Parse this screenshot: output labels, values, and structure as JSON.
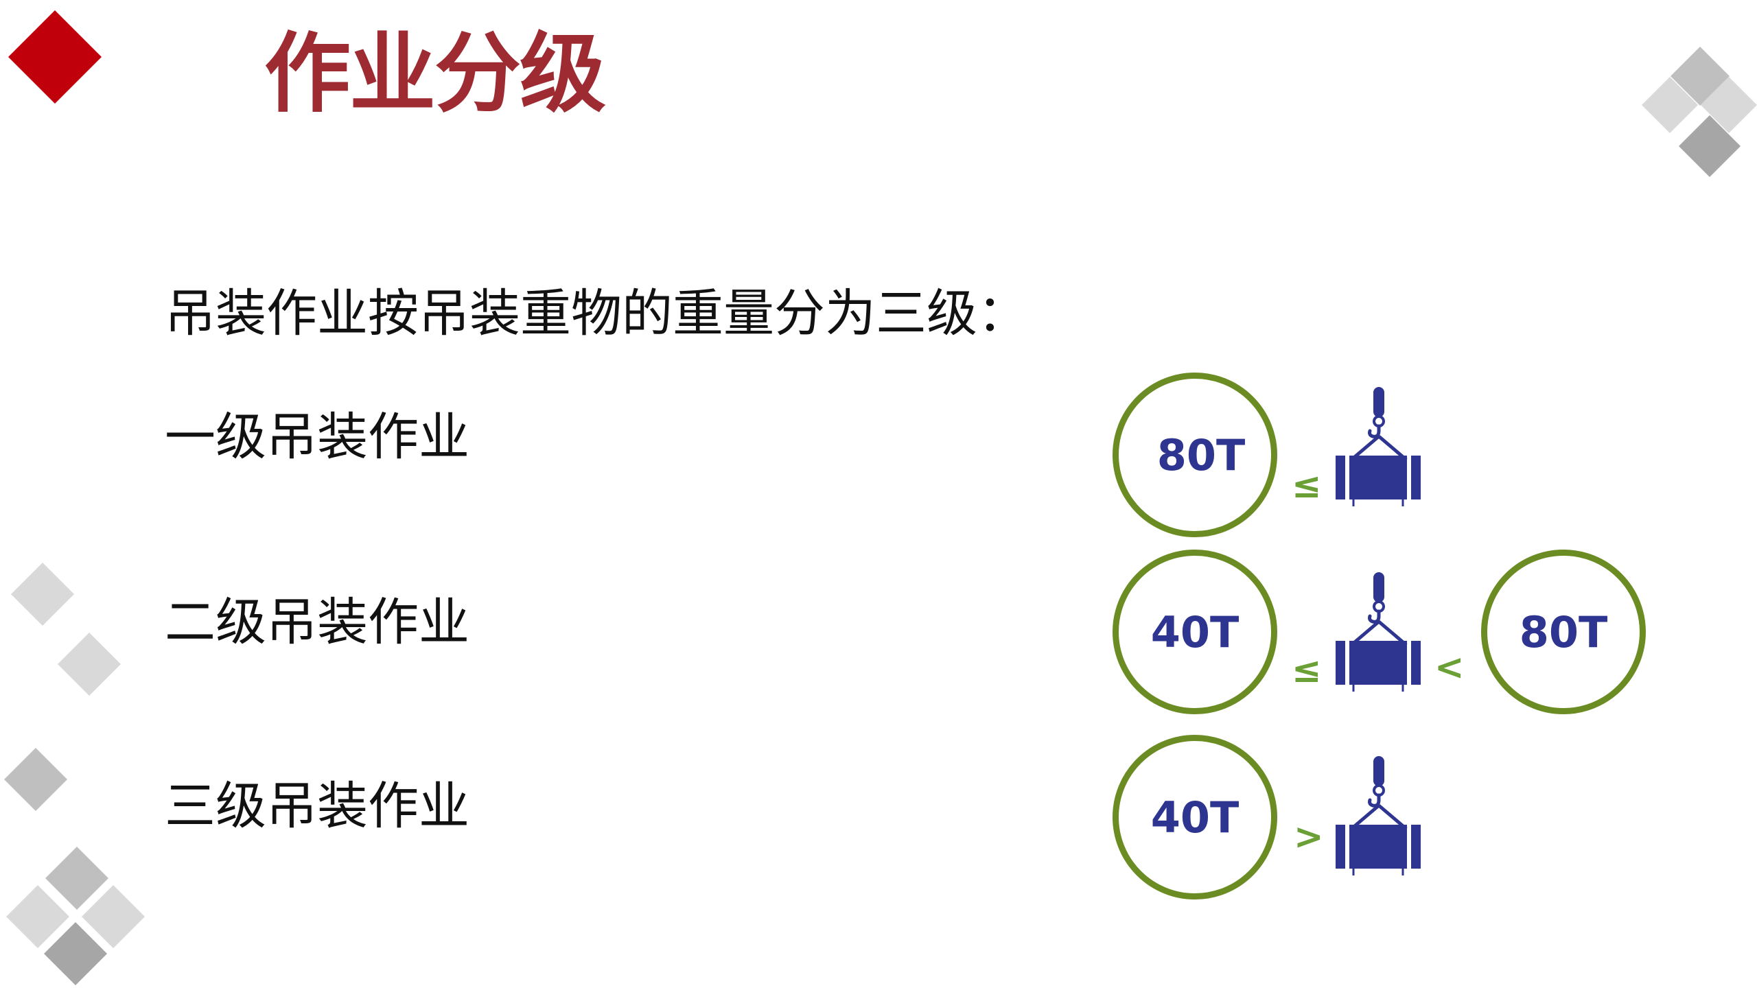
{
  "slide": {
    "title": "作业分级",
    "intro": "吊装作业按吊装重物的重量分为三级：",
    "levels": [
      {
        "label": "一级吊装作业"
      },
      {
        "label": "二级吊装作业"
      },
      {
        "label": "三级吊装作业"
      }
    ],
    "weights": {
      "level1_min": "80T",
      "level2_min": "40T",
      "level2_max": "80T",
      "level3_max": "40T"
    },
    "operators": {
      "level1": "≤",
      "level2_left": "≤",
      "level2_right": "<",
      "level3": ">"
    },
    "icons": {
      "load": "crane-hook-load-icon",
      "decor": "diamond-icon"
    },
    "colors": {
      "title": "#9e2a32",
      "accent_red": "#c0000b",
      "circle_border": "#6b8c23",
      "operator": "#6aa035",
      "weight_text": "#2d3590",
      "load_icon": "#2d3590",
      "decor_light": "#d9d9d9",
      "decor_mid": "#bfbfbf",
      "decor_dark": "#a6a6a6"
    }
  }
}
